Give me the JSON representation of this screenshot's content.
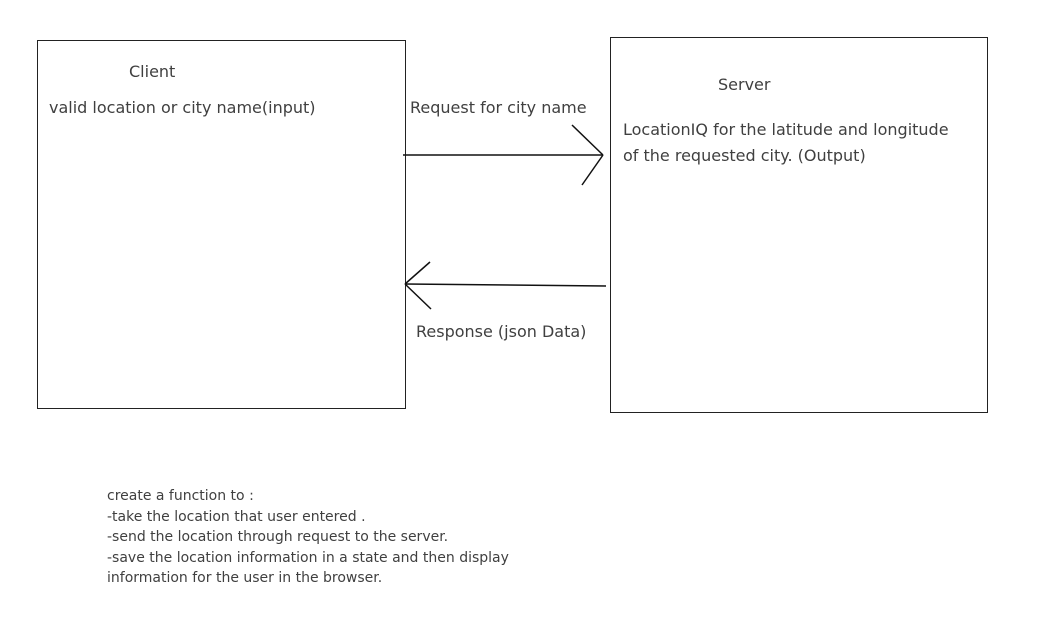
{
  "client": {
    "title": "Client",
    "description": "valid location or city name(input)"
  },
  "server": {
    "title": "Server",
    "description_lines": [
      "LocationIQ for the latitude and longitude",
      "of the requested city. (Output)"
    ]
  },
  "request": {
    "label": "Request for city name"
  },
  "response": {
    "label": "Response (json Data)"
  },
  "notes": [
    "create a function to :",
    "-take the location that user entered .",
    "-send the location through request to the server.",
    "-save the location information in a state and then display",
    "information for the user in the browser."
  ]
}
